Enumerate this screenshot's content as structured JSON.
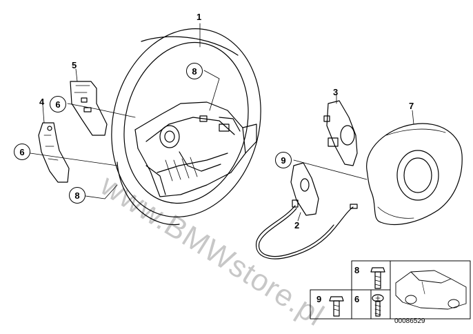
{
  "callouts": {
    "c1": "1",
    "c2": "2",
    "c3": "3",
    "c4": "4",
    "c5": "5",
    "c6a": "6",
    "c6b": "6",
    "c7": "7",
    "c8a": "8",
    "c8b": "8",
    "c9a": "9"
  },
  "fastener_table": {
    "row1": {
      "item": "8"
    },
    "row2": {
      "item_left": "9",
      "item_right": "6"
    }
  },
  "diagram_id": "00086529",
  "watermark": "www.BMWstore.pl"
}
